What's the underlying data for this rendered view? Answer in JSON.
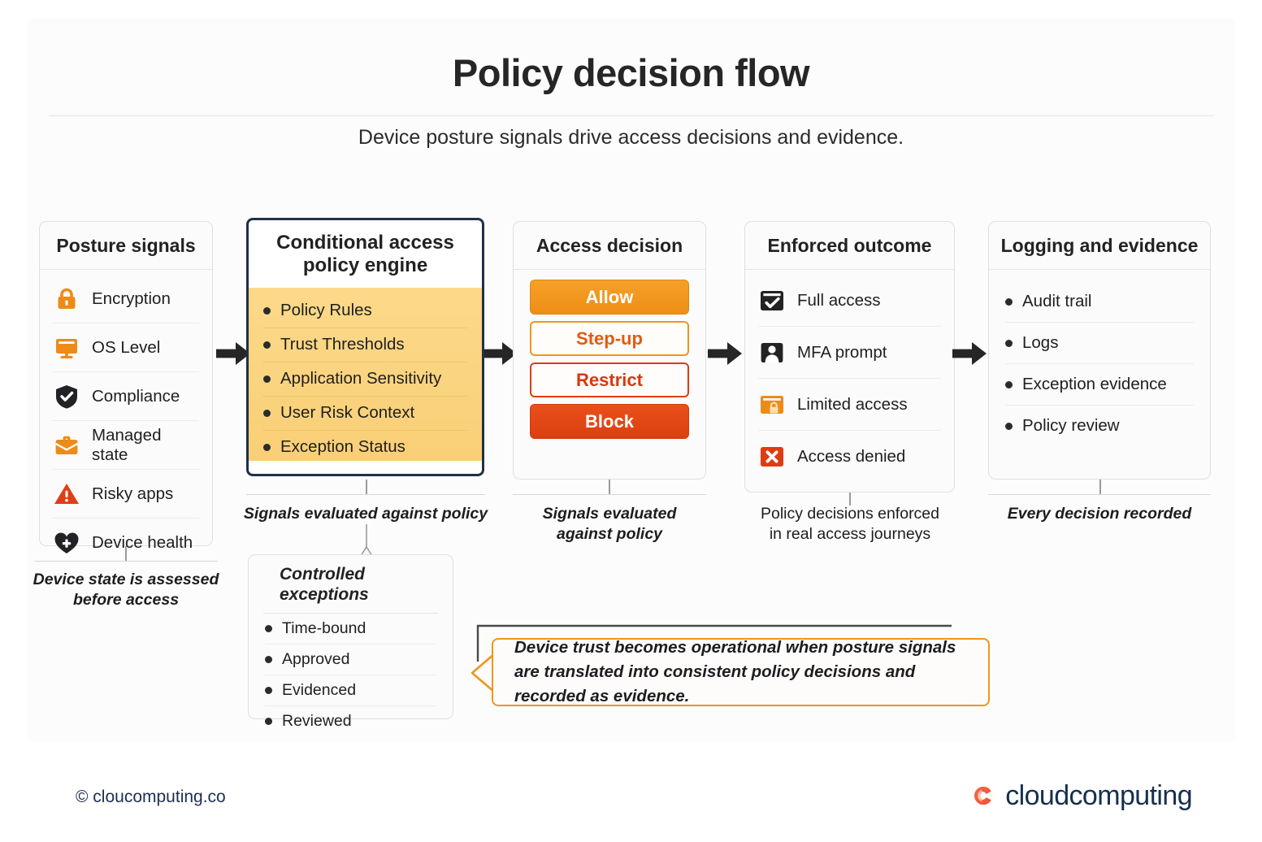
{
  "header": {
    "title": "Policy decision flow",
    "subtitle": "Device posture signals drive access decisions and evidence."
  },
  "colors": {
    "amber": "#F0931E",
    "amber_light": "#FBD486",
    "red": "#E04A18",
    "orange_accent": "#F0951F",
    "navy": "#1F3148",
    "ink": "#1D1D1F",
    "logo_navy": "#16304D",
    "logo_coral": "#F4644A"
  },
  "panels": [
    {
      "id": "posture",
      "title": "Posture signals",
      "caption": "Device state is assessed\nbefore access",
      "items": [
        {
          "label": "Encryption",
          "icon": "lock-icon"
        },
        {
          "label": "OS Level",
          "icon": "monitor-icon"
        },
        {
          "label": "Compliance",
          "icon": "shield-check-icon"
        },
        {
          "label": "Managed state",
          "icon": "briefcase-icon"
        },
        {
          "label": "Risky apps",
          "icon": "warning-triangle-icon"
        },
        {
          "label": "Device health",
          "icon": "heart-plus-icon"
        }
      ]
    },
    {
      "id": "engine",
      "title": "Conditional access\npolicy engine",
      "caption": "Signals evaluated against policy",
      "items": [
        {
          "label": "Policy Rules"
        },
        {
          "label": "Trust Thresholds"
        },
        {
          "label": "Application Sensitivity"
        },
        {
          "label": "User Risk Context"
        },
        {
          "label": "Exception Status"
        }
      ]
    },
    {
      "id": "decision",
      "title": "Access decision",
      "caption": "Signals evaluated\nagainst policy",
      "badges": [
        {
          "label": "Allow",
          "style": "solid-amber"
        },
        {
          "label": "Step-up",
          "style": "outline-amber"
        },
        {
          "label": "Restrict",
          "style": "outline-red"
        },
        {
          "label": "Block",
          "style": "solid-red"
        }
      ]
    },
    {
      "id": "enforced",
      "title": "Enforced outcome",
      "caption": "Policy decisions enforced\nin real access journeys",
      "items": [
        {
          "label": "Full access",
          "icon": "folder-check-icon"
        },
        {
          "label": "MFA prompt",
          "icon": "user-badge-icon"
        },
        {
          "label": "Limited access",
          "icon": "card-lock-icon"
        },
        {
          "label": "Access denied",
          "icon": "x-square-icon"
        }
      ]
    },
    {
      "id": "logging",
      "title": "Logging and evidence",
      "caption": "Every decision recorded",
      "items": [
        {
          "label": "Audit trail"
        },
        {
          "label": "Logs"
        },
        {
          "label": "Exception evidence"
        },
        {
          "label": "Policy review"
        }
      ]
    }
  ],
  "exceptions": {
    "title": "Controlled exceptions",
    "items": [
      {
        "label": "Time-bound"
      },
      {
        "label": "Approved"
      },
      {
        "label": "Evidenced"
      },
      {
        "label": "Reviewed"
      }
    ]
  },
  "callout": {
    "text": "Device trust becomes operational when posture signals are translated into consistent policy decisions and recorded as evidence."
  },
  "footer": {
    "copyright": "© cloucomputing.co",
    "logo_text": "cloudcomputing"
  }
}
